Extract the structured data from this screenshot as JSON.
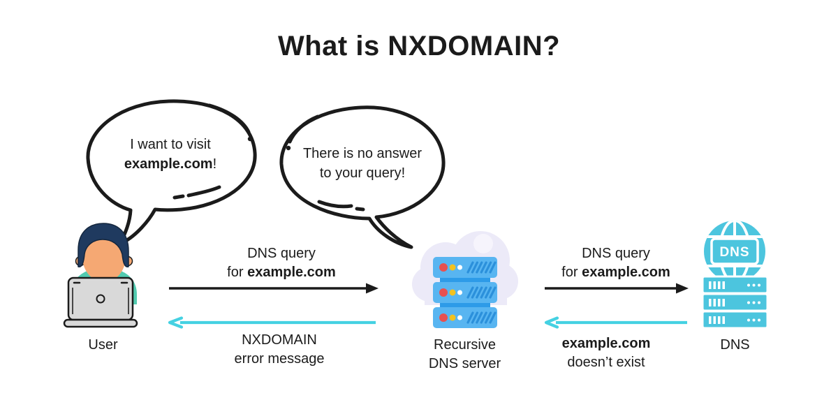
{
  "title": "What is NXDOMAIN?",
  "speech_bubbles": {
    "user": {
      "line1": "I want to visit",
      "domain_bold": "example.com",
      "suffix": "!"
    },
    "resolver": {
      "line1": "There is no answer",
      "line2": "to your query!"
    }
  },
  "actors": {
    "user": {
      "label": "User"
    },
    "recursive_dns": {
      "label_line1": "Recursive",
      "label_line2": "DNS server"
    },
    "dns": {
      "label": "DNS",
      "globe_badge": "DNS"
    }
  },
  "flows": {
    "user_query": {
      "line1": "DNS query",
      "line2_prefix": "for ",
      "line2_bold": "example.com"
    },
    "user_response": {
      "line1": "NXDOMAIN",
      "line2": "error message"
    },
    "resolver_query": {
      "line1": "DNS query",
      "line2_prefix": "for ",
      "line2_bold": "example.com"
    },
    "resolver_response": {
      "line1_bold": "example.com",
      "line2": "doesn’t exist"
    }
  },
  "colors": {
    "background": "#ffffff",
    "text": "#1b1b1b",
    "query_arrow": "#1b1b1b",
    "response_arrow": "#45d1e2",
    "server_blue": "#58b5f1",
    "server_blue_dark": "#2d9be8",
    "server_slash": "#2b90db",
    "led_red": "#e85050",
    "led_yellow": "#f2c21f",
    "cloud_lavender": "#eceaf8",
    "dns_cyan": "#4cc5de",
    "skin": "#f5a873",
    "hair_navy": "#1f3a5f",
    "shirt_teal": "#52cbb0",
    "laptop_gray": "#d9d9d9"
  }
}
